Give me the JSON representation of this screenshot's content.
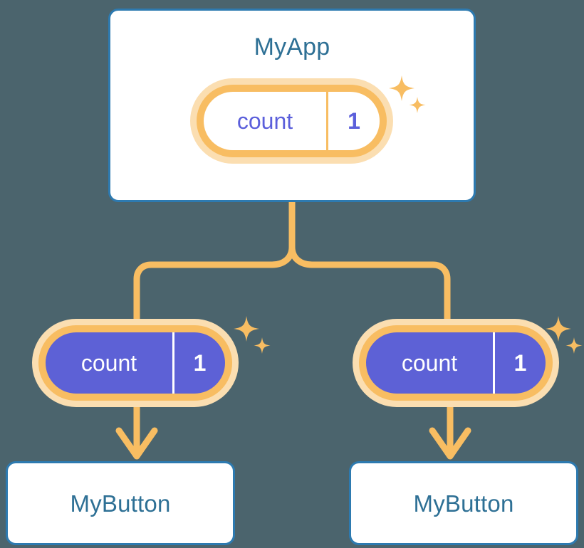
{
  "diagram": {
    "title_semantic": "react-state-prop-drilling-tree",
    "background_color": "#4b646d",
    "accent_orange": "#f8bd62",
    "accent_orange_glow": "#fbdeb1",
    "accent_blue": "#2d7ab0",
    "title_blue": "#2e7095",
    "state_indigo": "#5d61d6",
    "state_indigo_text": "#5b5fdb"
  },
  "nodes": {
    "root": {
      "title": "MyApp",
      "state": {
        "key": "count",
        "value": "1"
      },
      "sparkle_icon": "sparkles-icon"
    },
    "children": [
      {
        "title": "MyButton",
        "state": {
          "key": "count",
          "value": "1"
        },
        "sparkle_icon": "sparkles-icon"
      },
      {
        "title": "MyButton",
        "state": {
          "key": "count",
          "value": "1"
        },
        "sparkle_icon": "sparkles-icon"
      }
    ]
  },
  "connectors": {
    "stem_icon": "tree-branch-connector",
    "arrow_icon": "arrow-down-icon"
  }
}
